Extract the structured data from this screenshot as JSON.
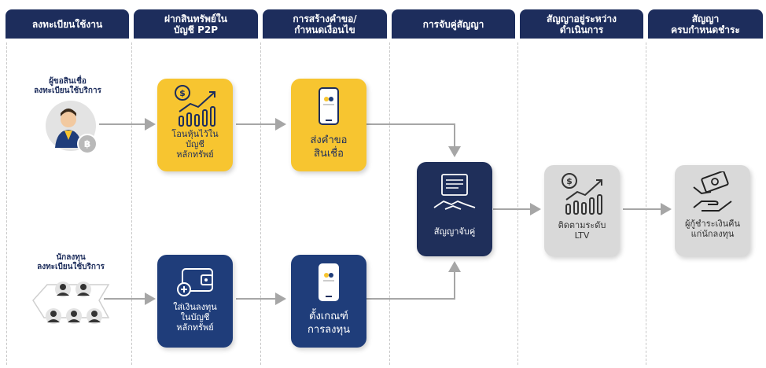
{
  "headers": [
    {
      "label": "ลงทะเบียนใช้งาน"
    },
    {
      "label": "ฝากสินทรัพย์ใน\nบัญชี P2P"
    },
    {
      "label": "การสร้างคำขอ/\nกำหนดเงื่อนไข"
    },
    {
      "label": "การจับคู่สัญญา"
    },
    {
      "label": "สัญญาอยู่ระหว่าง\nดำเนินการ"
    },
    {
      "label": "สัญญา\nครบกำหนดชำระ"
    }
  ],
  "actors": {
    "borrower": "ผู้ขอสินเชื่อ\nลงทะเบียนใช้บริการ",
    "investor": "นักลงทุน\nลงทะเบียนใช้บริการ"
  },
  "boxes": {
    "transfer_shares": "โอนหุ้นไว้ใน\nบัญชี\nหลักทรัพย์",
    "submit_request": "ส่งคำขอ\nสินเชื่อ",
    "deposit_cash": "ใส่เงินลงทุน\nในบัญชี\nหลักทรัพย์",
    "set_criteria": "ตั้งเกณฑ์\nการลงทุน",
    "matched": "สัญญาจับคู่",
    "track_ltv": "ติดตามระดับ\nLTV",
    "repay": "ผู้กู้ชำระเงินคืน\nแก่นักลงทุน"
  },
  "colors": {
    "header": "#1d2d5c",
    "yellow": "#f7c530",
    "navy": "#1f3d7a",
    "dark": "#1f2f5a",
    "grey": "#d9d9d9",
    "arrow": "#a6a6a6"
  }
}
